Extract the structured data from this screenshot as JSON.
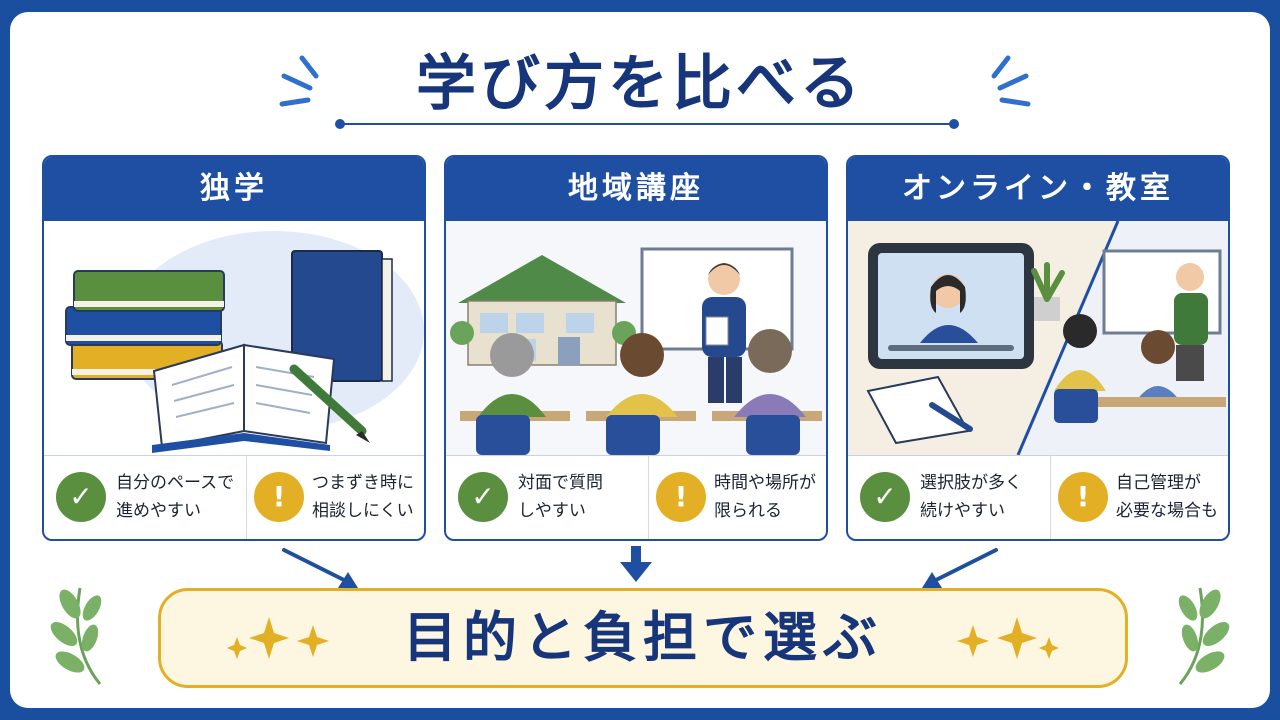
{
  "title": "学び方を比べる",
  "cards": [
    {
      "heading": "独学",
      "pro": "自分のペースで\n進めやすい",
      "con": "つまずき時に\n相談しにくい"
    },
    {
      "heading": "地域講座",
      "pro": "対面で質問\nしやすい",
      "con": "時間や場所が\n限られる"
    },
    {
      "heading": "オンライン・教室",
      "pro": "選択肢が多く\n続けやすい",
      "con": "自己管理が\n必要な場合も"
    }
  ],
  "conclusion": "目的と負担で選ぶ",
  "icons": {
    "pro": "check-icon",
    "con": "exclamation-icon",
    "pro_symbol": "✓",
    "con_symbol": "!"
  },
  "colors": {
    "navy": "#17357a",
    "blue": "#1e4fa3",
    "green": "#5a8f3f",
    "yellow": "#e3b025",
    "cream": "#fdf6e0"
  }
}
